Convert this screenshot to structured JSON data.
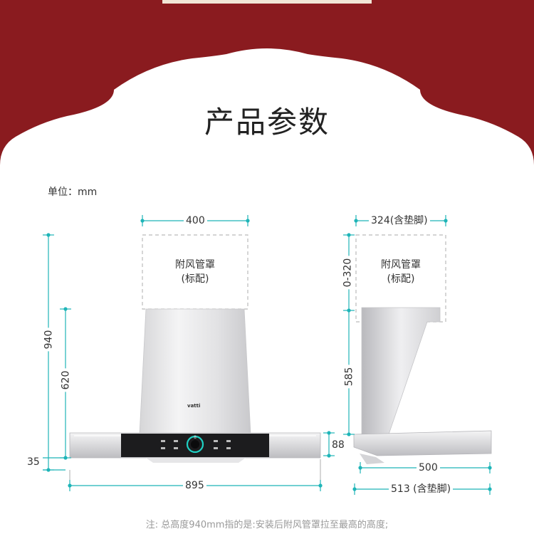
{
  "page": {
    "title": "产品参数",
    "unit_label": "单位：mm",
    "note": "注: 总高度940mm指的是:安装后附风管罩拉至最高的高度;"
  },
  "front_view": {
    "duct_cover_label": "附风管罩",
    "duct_cover_sub": "(标配)",
    "brand": "vatti",
    "dims": {
      "top_width": "400",
      "total_height": "940",
      "body_height": "620",
      "base_height": "35",
      "bottom_width": "895"
    }
  },
  "side_view": {
    "duct_cover_label": "附风管罩",
    "duct_cover_sub": "(标配)",
    "dims": {
      "top_width": "324(含垫脚)",
      "duct_range": "0-320",
      "body_height": "585",
      "base_height": "88",
      "depth": "500",
      "depth_with_feet": "513 (含垫脚)"
    }
  },
  "colors": {
    "background_red": "#8a1b1f",
    "panel_white": "#ffffff",
    "dimension_cyan": "#1fb5b8",
    "text_dark": "#222222"
  }
}
